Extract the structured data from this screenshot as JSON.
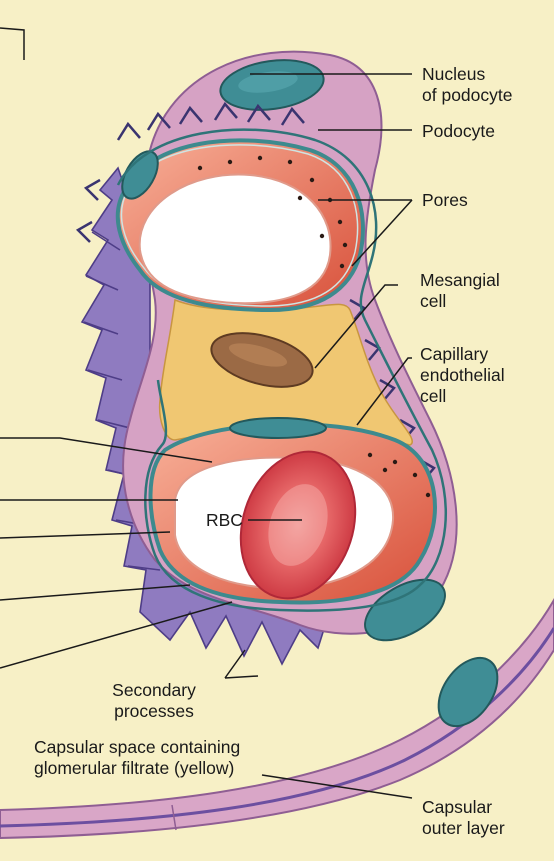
{
  "labels": {
    "nucleus_line1": "Nucleus",
    "nucleus_line2": "of podocyte",
    "podocyte": "Podocyte",
    "pores": "Pores",
    "mesangial_line1": "Mesangial",
    "mesangial_line2": "cell",
    "capillary_line1": "Capillary",
    "capillary_line2": "endothelial",
    "capillary_line3": "cell",
    "rbc": "RBC",
    "secondary_line1": "Secondary",
    "secondary_line2": "processes",
    "capsular_space_line1": "Capsular space containing",
    "capsular_space_line2": "glomerular filtrate (yellow)",
    "capsular_outer_line1": "Capsular",
    "capsular_outer_line2": "outer layer"
  },
  "colors": {
    "background": "#f7f0c6",
    "podocyte": "#d6a2c4",
    "podocyte_process": "#8f7bc0",
    "capillary_lumen": "#e9694c",
    "membrane": "#3d8a8e",
    "mesangial_matrix": "#f0c772",
    "mesangial_nucleus": "#9b6a45",
    "nucleus": "#3f8d95",
    "rbc": "#e0474f"
  }
}
